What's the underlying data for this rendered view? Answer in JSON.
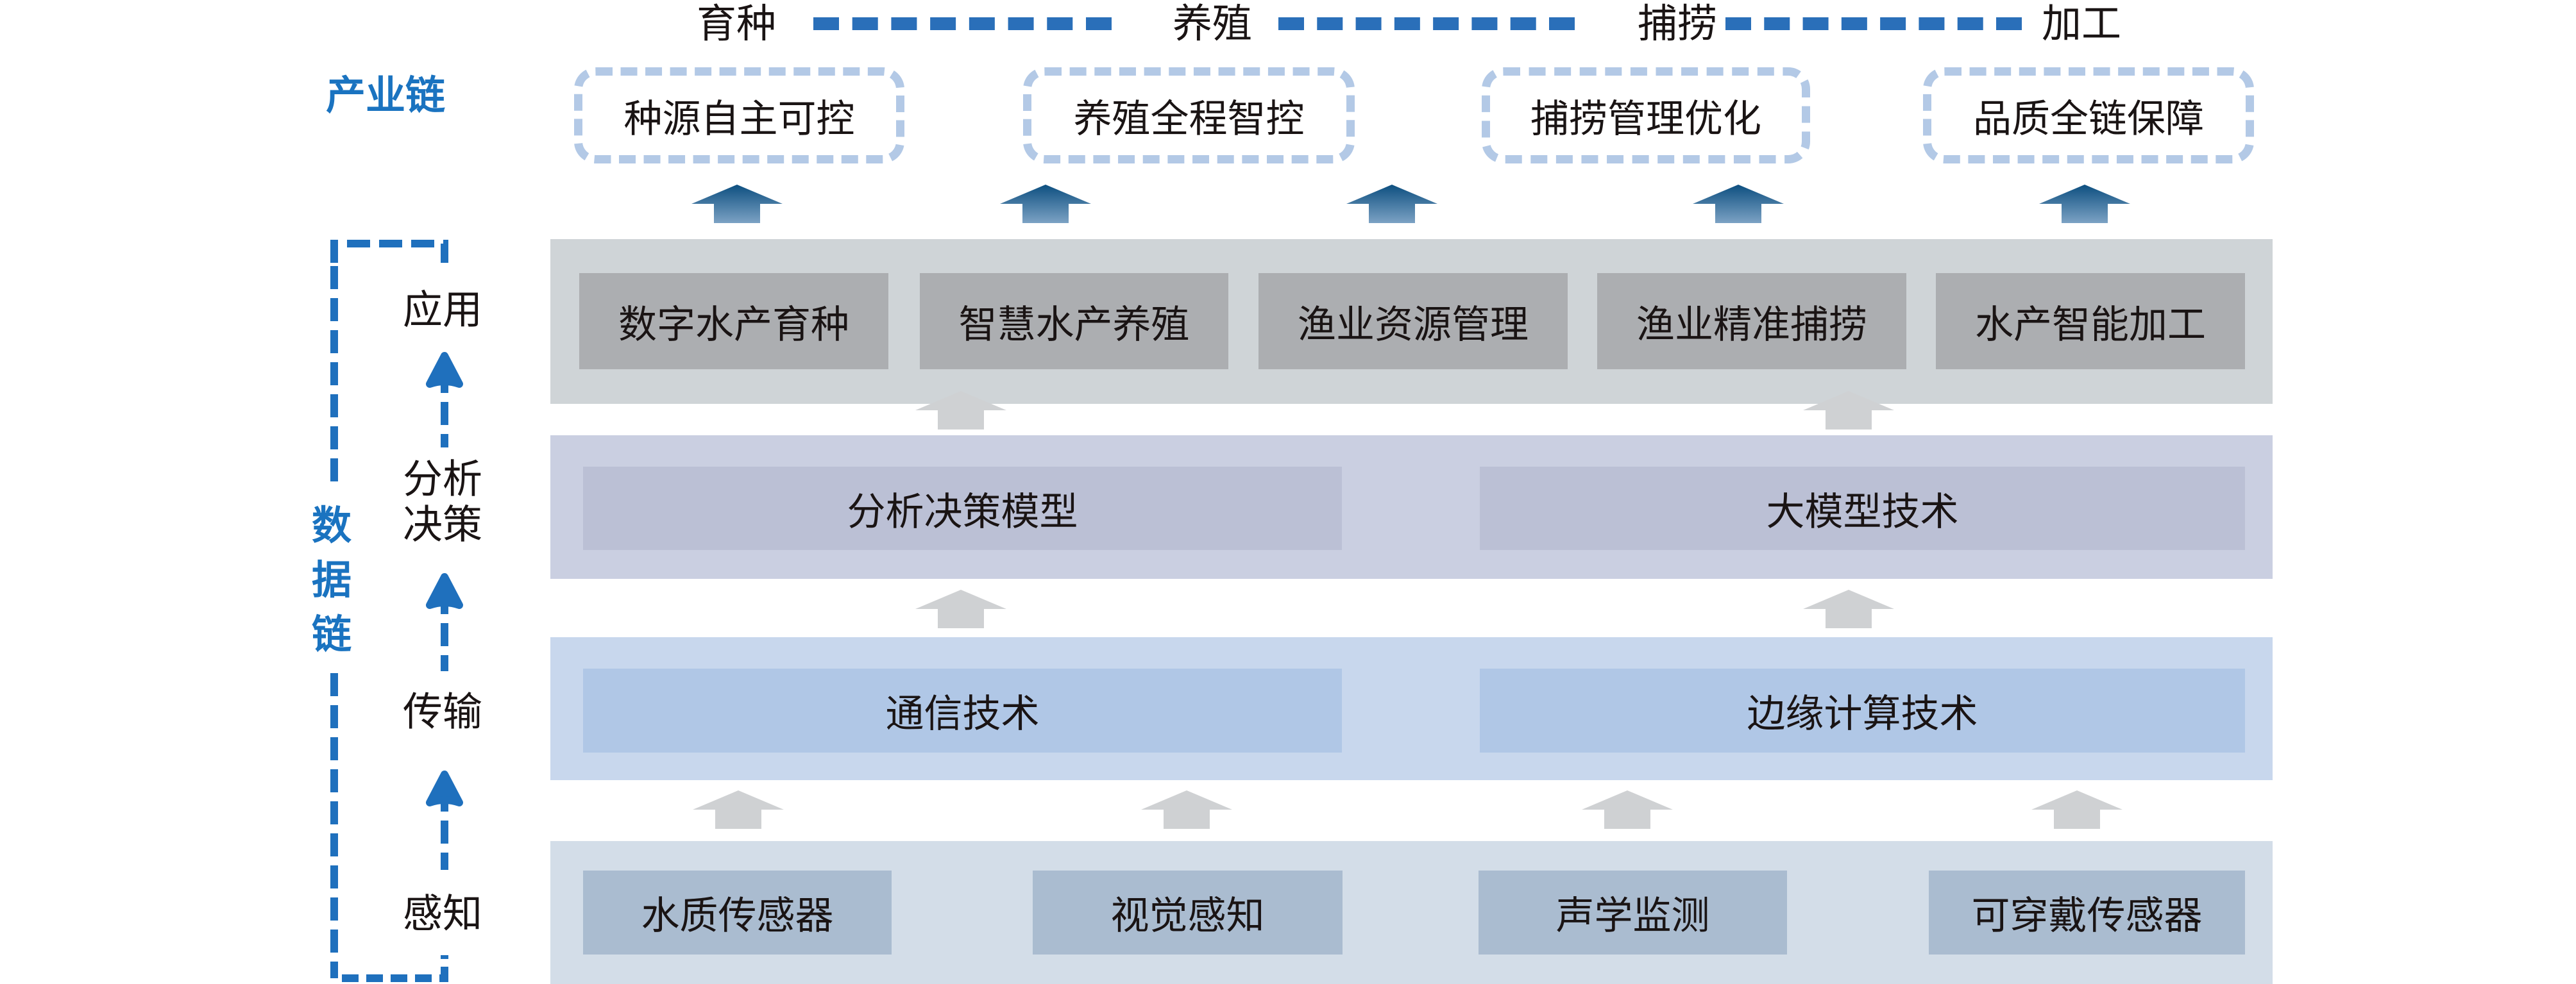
{
  "colors": {
    "chain_blue": "#1a73c0",
    "stage_link_blue": "#2a6fb9",
    "industry_box_border": "#b3c9e6",
    "arrow_blue_top": "#0d4f80",
    "arrow_blue_bottom": "#7ca2c4",
    "arrow_grey": "#cfd1d3",
    "band_application": "#cfd4d7",
    "band_analysis": "#cacfe1",
    "band_transmission": "#c8d7ed",
    "band_perception": "#d3dde8"
  },
  "industry_chain": {
    "label": "产业链",
    "stages": [
      "育种",
      "养殖",
      "捕捞",
      "加工"
    ],
    "goals": [
      "种源自主可控",
      "养殖全程智控",
      "捕捞管理优化",
      "品质全链保障"
    ]
  },
  "data_chain": {
    "label_chars": [
      "数",
      "据",
      "链"
    ]
  },
  "layers": {
    "application": {
      "label": "应用",
      "items": [
        "数字水产育种",
        "智慧水产养殖",
        "渔业资源管理",
        "渔业精准捕捞",
        "水产智能加工"
      ]
    },
    "analysis": {
      "label_line1": "分析",
      "label_line2": "决策",
      "items": [
        "分析决策模型",
        "大模型技术"
      ]
    },
    "transmission": {
      "label": "传输",
      "items": [
        "通信技术",
        "边缘计算技术"
      ]
    },
    "perception": {
      "label": "感知",
      "items": [
        "水质传感器",
        "视觉感知",
        "声学监测",
        "可穿戴传感器"
      ]
    }
  }
}
